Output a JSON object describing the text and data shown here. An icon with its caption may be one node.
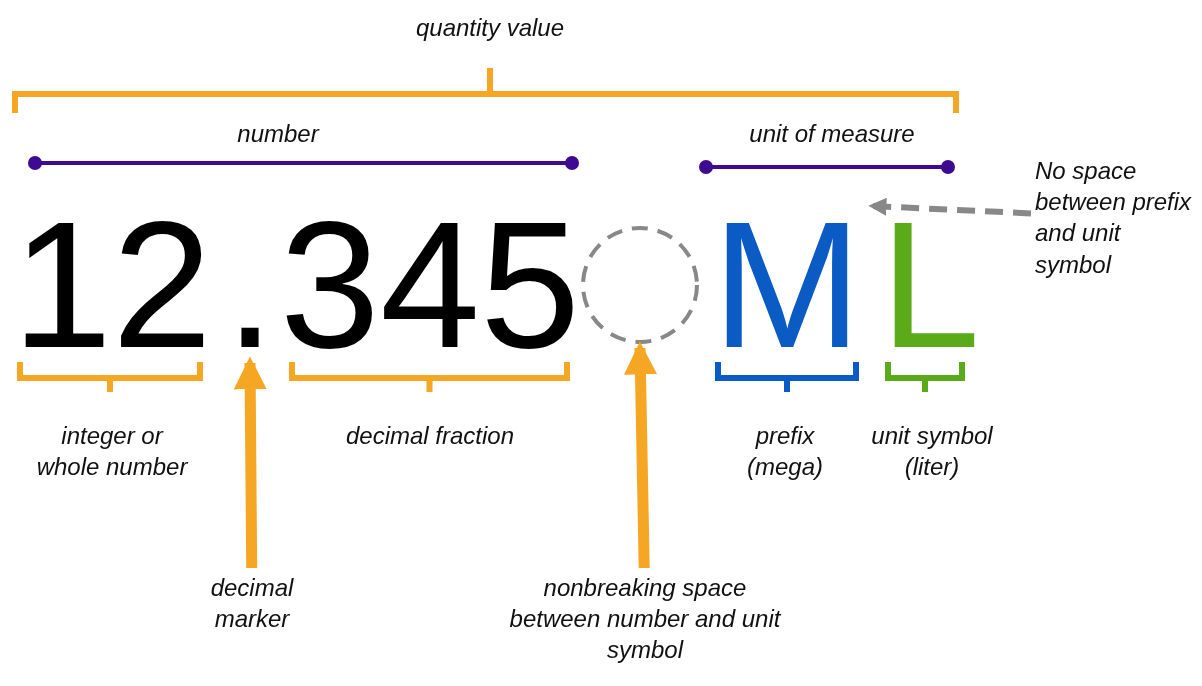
{
  "diagram": {
    "nodes": [
      {
        "text": [
          "decimal marker"
        ]
      },
      {
        "text": [
          "."
        ]
      },
      {
        "text": [
          "nonbreaking space between number and unit symbol"
        ]
      },
      {
        "text": [],
        "shape": "circle"
      },
      {
        "text": [
          "No space between prefix and unit symbol"
        ]
      }
    ],
    "edges": [
      {
        "from": 0,
        "to": 1,
        "arrow": "to"
      },
      {
        "from": 2,
        "to": 3,
        "arrow": "to"
      },
      {
        "from": 4,
        "to": null,
        "arrow": "to",
        "style": "dashed",
        "color": "#888888"
      }
    ],
    "labels": [
      "quantity value",
      "number",
      "unit of measure",
      "12",
      "345",
      "M",
      "L",
      "integer or whole number",
      "decimal fraction",
      "prefix (mega)",
      "unit symbol (liter)"
    ]
  }
}
